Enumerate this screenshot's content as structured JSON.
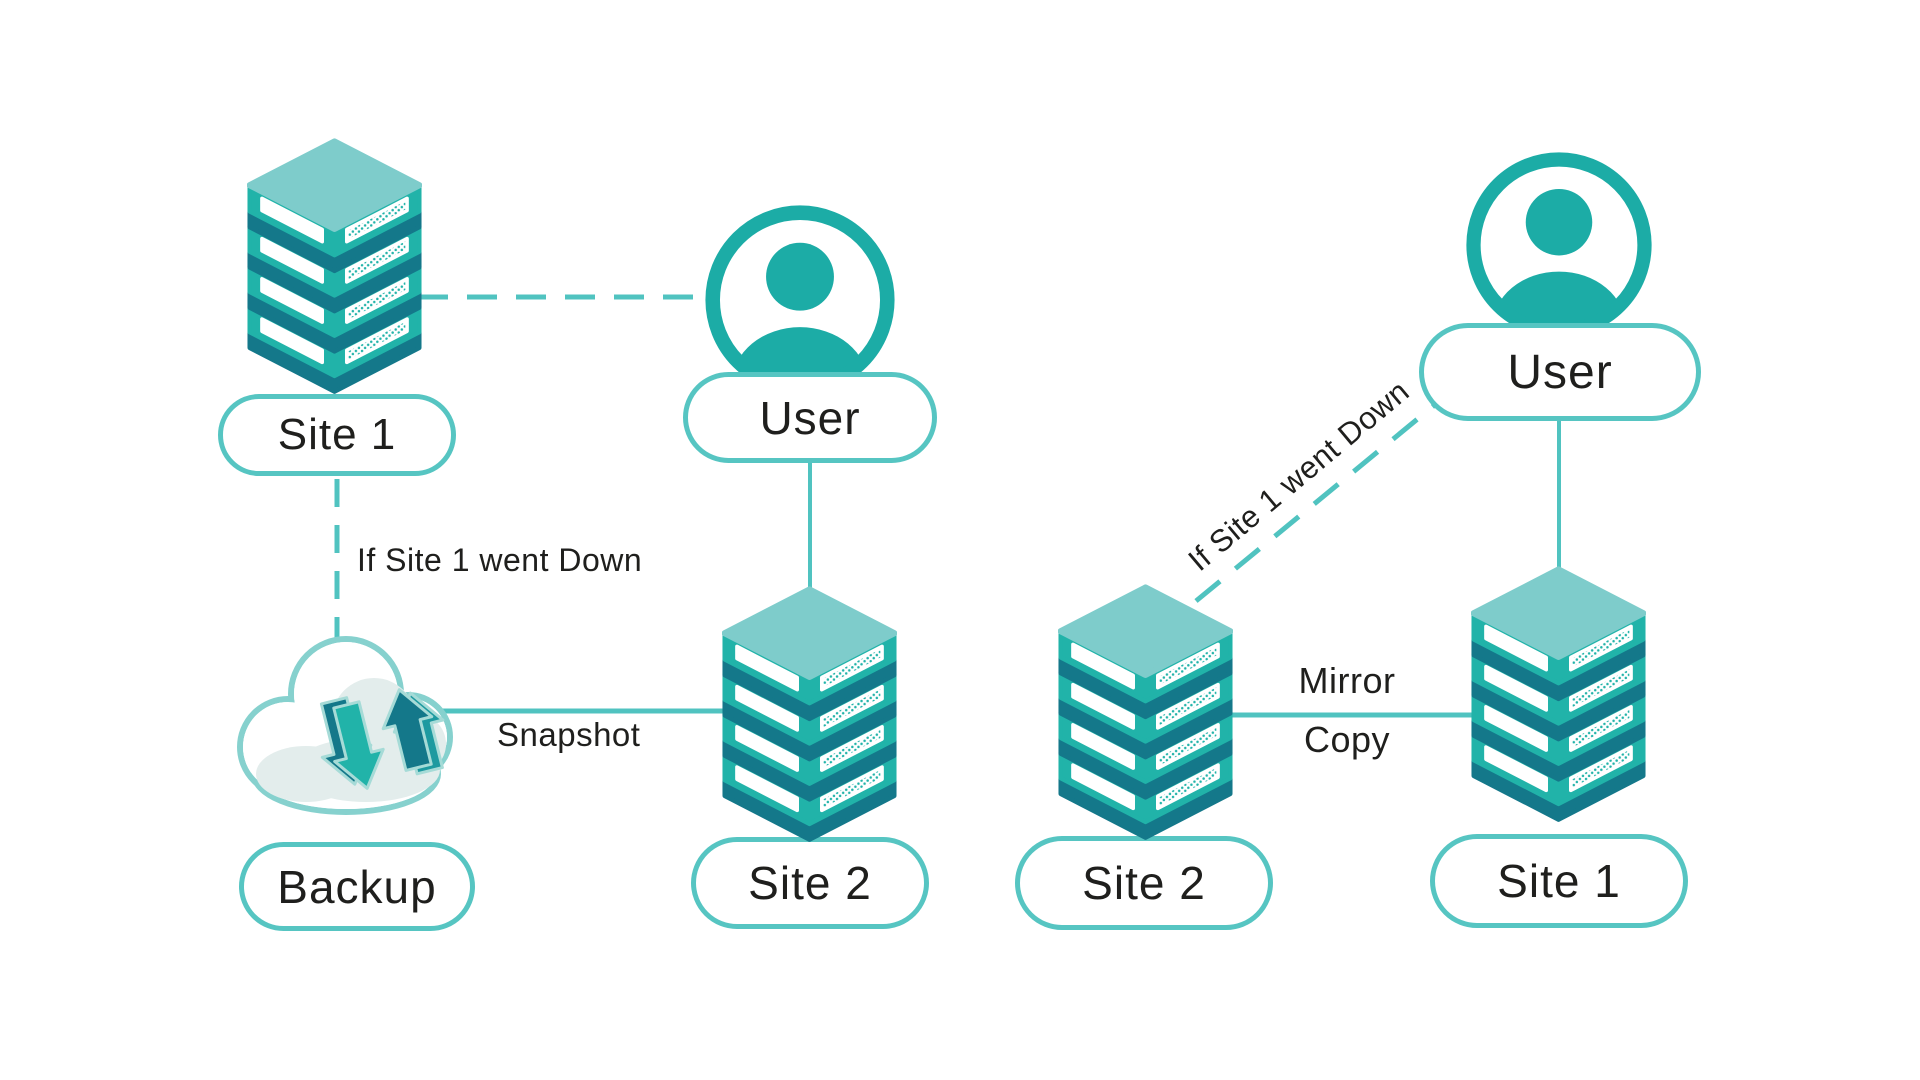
{
  "diagram_type": "failover-backup-architecture",
  "colors": {
    "accent_teal": "#1CACA6",
    "line_teal": "#50C3C0",
    "pill_border_teal": "#56C5C2",
    "stack_top_teal": "#7ECCCB",
    "stack_body_teal": "#21B3A9",
    "stack_dark_teal": "#14788A",
    "cloud_outline": "#86D1CE",
    "cloud_shadow": "#E3EDEC",
    "text": "#1F1F1D"
  },
  "left": {
    "site1": "Site 1",
    "user": "User",
    "backup": "Backup",
    "site2": "Site 2",
    "failover": "If Site 1 went Down",
    "snapshot": "Snapshot"
  },
  "right": {
    "user": "User",
    "site2": "Site 2",
    "site1": "Site 1",
    "failover": "If Site 1 went Down",
    "mirror_line1": "Mirror",
    "mirror_line2": "Copy"
  }
}
